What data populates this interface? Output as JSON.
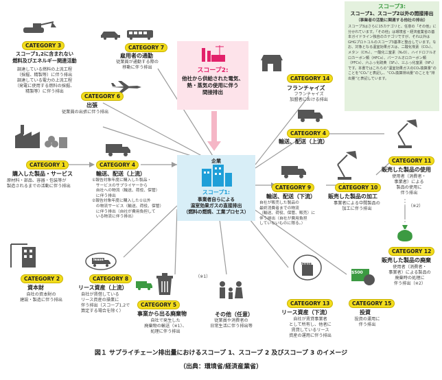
{
  "colors": {
    "accent": "#f2dc1c",
    "green": "#3c9a42",
    "cyan": "#1f9fd8",
    "pink": "#e2216a",
    "gray": "#9a9a9a",
    "center_bg": "#d8eef7"
  },
  "scope2": {
    "label": "スコープ2:",
    "title": "他社から供給された電気、\n熱・蒸気の使用に伴う\n間接排出"
  },
  "scope3_box": {
    "label": "スコープ3:",
    "title": "スコープ1、スコープ2以外の間接排出",
    "subtitle": "（事業者の活動に関連する他社の排出）",
    "body": "スコープ3はさらに15カテゴリと、任意の「その他」に分かれています。「その他」は環境省・経済産業省の基本ガイドライン独自のカテゴリですが、それ以外はGHGプロトコルのスコープ3基準と整合しています。なお、対象となる温室効果ガスは、二酸化炭素（CO₂）、メタン（CH₄）、一酸化二窒素（N₂O）、ハイドロフルオロカーボン類（HFCs）、パーフルオロカーボン類（PFCs）、六ふっ化硫黄（SF₆）、三ふっ化窒素（NF₃）です。本書ではこれらの“温室効果ガスのCO₂換算量”のことを“CO₂”と表記し、“CO₂換算排出量”のことを“排出量”と表記しています。"
  },
  "center": {
    "company": "企業",
    "label": "スコープ1:",
    "title": "事業者自らによる\n温室効果ガスの直接排出\n（燃料の燃焼、工業プロセス）"
  },
  "cat3": {
    "badge": "CATEGORY 3",
    "title": "スコープ1,2に含まれない\n燃料及びエネルギー関連活動",
    "desc": "調達している燃料の上流工程\n（採掘、精製等）に伴う排出\n調達している電力の上流工程\n（発電に使用する燃料の採掘、\n精製等）に伴う排出"
  },
  "cat7": {
    "badge": "CATEGORY 7",
    "title": "雇用者の通勤",
    "desc": "従業員が通勤する際の\n移動に伴う排出"
  },
  "cat14": {
    "badge": "CATEGORY 14",
    "title": "フランチャイズ",
    "desc": "フランチャイズ\n加盟者における排出"
  },
  "cat6": {
    "badge": "CATEGORY 6",
    "title": "出張",
    "desc": "従業員の出張に伴う排出"
  },
  "cat4_right": {
    "badge": "CATEGORY 4",
    "title": "輸送、配送（上流）"
  },
  "cat1": {
    "badge": "CATEGORY 1",
    "title": "購入した製品・サービス",
    "desc": "原材料・部品、容器・包装等が\n製造されるまでの活動に伴う排出"
  },
  "cat4_left": {
    "badge": "CATEGORY 4",
    "title": "輸送、配送（上流）",
    "desc": "①報告対象年度に購入した製品・\n　サービスのサプライヤーから\n　自社への物流（輸送、荷役、保管）\n　に伴う排出\n②報告対象年度に購入した①以外\n　の物流サービス（輸送、荷役、保管）\n　に伴う排出（自社が費用負担して\n　いる物流に伴う排出）"
  },
  "cat11": {
    "badge": "CATEGORY 11",
    "title": "販売した製品の使用",
    "desc": "使用者（消費者・\n事業者）による\n製品の使用に\n伴う排出"
  },
  "note2": "（※2）",
  "cat9": {
    "badge": "CATEGORY 9",
    "title": "輸送、配送（下流）",
    "desc": "自社が販売した製品の\n最終消費者までの物流\n（輸送、荷役、保管、販売）に\n伴う排出（自社が費用負担\nしていないものに限る。）"
  },
  "cat10": {
    "badge": "CATEGORY 10",
    "title": "販売した製品の加工",
    "desc": "事業者による中間製品の\n加工に伴う排出"
  },
  "cat12": {
    "badge": "CATEGORY 12",
    "title": "販売した製品の廃棄",
    "desc": "使用者（消費者・\n事業者）による製品の\n廃棄時の処理に\n伴う排出（※2）"
  },
  "cat2": {
    "badge": "CATEGORY 2",
    "title": "資本財",
    "desc": "自社の資本財の\n建設・製造に伴う排出"
  },
  "cat8": {
    "badge": "CATEGORY 8",
    "title": "リース資産（上流）",
    "desc": "自社が賃借している\nリース資産の操業に\n伴う排出（スコープ1,2で\n算定する場合を除く）"
  },
  "lease_label": "lease",
  "note1": "（※1）",
  "cat5": {
    "badge": "CATEGORY 5",
    "title": "事業から出る廃棄物",
    "desc": "自社で発生した\n廃棄物の輸送（※1）、\n処理に伴う排出"
  },
  "other": {
    "title": "その他（任意）",
    "desc": "従業員や消費者の\n日常生活に伴う排出等"
  },
  "cat13": {
    "badge": "CATEGORY 13",
    "title": "リース資産（下流）",
    "desc": "自社が賃貸事業者\nとして所有し、他者に\n賃貸しているリース\n資産の運用に伴う排出"
  },
  "cat15": {
    "badge": "CATEGORY 15",
    "title": "投資",
    "desc": "投資の運用に\n伴う排出"
  },
  "money_label": "$500",
  "caption": {
    "line1": "図１ サプライチェーン排出量におけるスコープ 1、スコープ 2 及びスコープ 3 のイメージ",
    "line2": "（出典：環境省/経済産業省）"
  }
}
